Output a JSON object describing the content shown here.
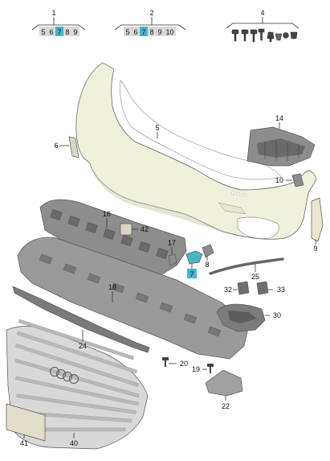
{
  "groups": [
    {
      "number": "1",
      "items": [
        "5",
        "6",
        "7",
        "8",
        "9"
      ],
      "highlighted": "7"
    },
    {
      "number": "2",
      "items": [
        "5",
        "6",
        "7",
        "8",
        "9",
        "10"
      ],
      "highlighted": "7"
    },
    {
      "number": "4",
      "items": []
    }
  ],
  "callouts": [
    "5",
    "6",
    "7",
    "8",
    "9",
    "10",
    "14",
    "16",
    "17",
    "18",
    "19",
    "20",
    "22",
    "24",
    "25",
    "30",
    "32",
    "33",
    "40",
    "41",
    "42"
  ],
  "colors": {
    "bumper": "#f1f0db",
    "bumper_shadow": "#d6d4b8",
    "dark_part": "#8d8d8d",
    "dark_part_shadow": "#6a6a6a",
    "grille": "#d8d8d8",
    "highlight": "#45b7c9",
    "label_box": "#d9d9d9"
  }
}
